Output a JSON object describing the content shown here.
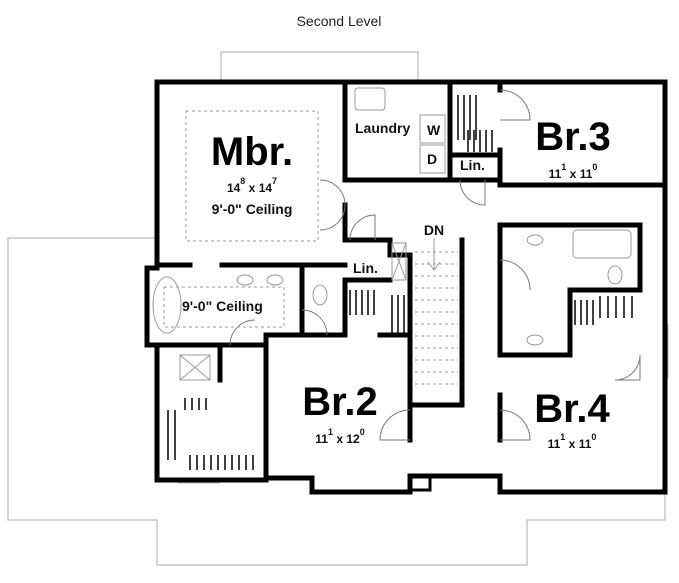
{
  "title": "Second Level",
  "rooms": {
    "mbr": {
      "name": "Mbr.",
      "w": "14",
      "w_in": "8",
      "sep": "x",
      "h": "14",
      "h_in": "7",
      "ceiling": "9'-0\" Ceiling"
    },
    "br3": {
      "name": "Br.3",
      "w": "11",
      "w_in": "1",
      "sep": "x",
      "h": "11",
      "h_in": "0"
    },
    "br2": {
      "name": "Br.2",
      "w": "11",
      "w_in": "1",
      "sep": "x",
      "h": "12",
      "h_in": "0"
    },
    "br4": {
      "name": "Br.4",
      "w": "11",
      "w_in": "1",
      "sep": "x",
      "h": "11",
      "h_in": "0"
    },
    "laundry": {
      "name": "Laundry",
      "washer": "W",
      "dryer": "D"
    },
    "linen_upper": "Lin.",
    "linen_lower": "Lin.",
    "stairs": "DN",
    "master_bath_ceiling": "9'-0\" Ceiling"
  }
}
